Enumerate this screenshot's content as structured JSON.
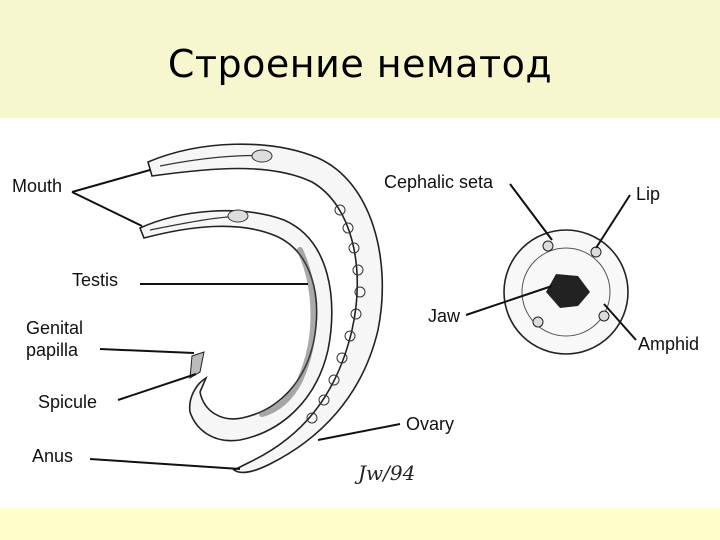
{
  "title": "Строение нематод",
  "labels": {
    "mouth": "Mouth",
    "testis": "Testis",
    "genital_papilla_line1": "Genital",
    "genital_papilla_line2": "papilla",
    "spicule": "Spicule",
    "anus": "Anus",
    "cephalic_seta": "Cephalic seta",
    "lip": "Lip",
    "jaw": "Jaw",
    "amphid": "Amphid",
    "ovary": "Ovary"
  },
  "signature": "Jw/94"
}
